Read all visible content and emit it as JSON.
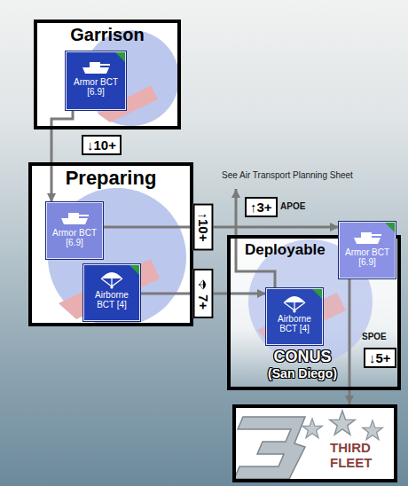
{
  "diagram": {
    "nodes": [
      {
        "text": [
          "Garrison"
        ]
      },
      {
        "text": [
          "Armor BCT [6.9]"
        ],
        "in": 0
      },
      {
        "text": [
          "Preparing"
        ]
      },
      {
        "text": [
          "Armor BCT [6.9]"
        ],
        "in": 2
      },
      {
        "text": [
          "Airborne BCT [4]"
        ],
        "in": 2
      },
      {
        "text": [
          "Deployable",
          "CONUS (San Diego)"
        ]
      },
      {
        "text": [
          "Airborne BCT [4]"
        ],
        "in": 5
      },
      {
        "text": [
          "Armor BCT [6.9]"
        ],
        "in": 5
      },
      {
        "text": [
          "THIRD FLEET"
        ]
      }
    ],
    "edges": [
      {
        "from": 1,
        "to": 3,
        "arrow": "to",
        "label": "↓10+"
      },
      {
        "from": 3,
        "to": 7,
        "arrow": "to",
        "label": "↑10+"
      },
      {
        "from": 4,
        "to": 6,
        "arrow": "to",
        "label": "7+"
      },
      {
        "from": 7,
        "to": 8,
        "arrow": "to",
        "label": "↓5+"
      }
    ],
    "labels": [
      "See Air Transport Planning Sheet",
      "↑3+",
      "APOE",
      "SPOE"
    ]
  }
}
